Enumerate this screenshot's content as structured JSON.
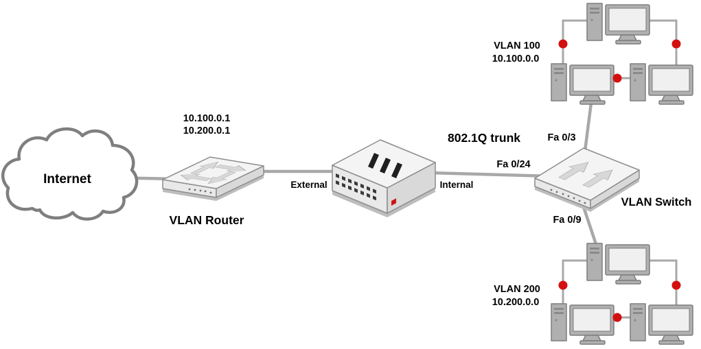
{
  "internet": {
    "label": "Internet"
  },
  "router": {
    "label": "VLAN Router",
    "ips": [
      "10.100.0.1",
      "10.200.0.1"
    ]
  },
  "firewall": {
    "external": "External",
    "internal": "Internal"
  },
  "trunk": {
    "label": "802.1Q trunk"
  },
  "ports": {
    "to_firewall": "Fa 0/24",
    "to_vlan100": "Fa 0/3",
    "to_vlan200": "Fa 0/9"
  },
  "switch": {
    "label": "VLAN Switch"
  },
  "vlan100": {
    "label": "VLAN 100",
    "subnet": "10.100.0.0"
  },
  "vlan200": {
    "label": "VLAN 200",
    "subnet": "10.200.0.0"
  },
  "colors": {
    "link": "#a8a8a8",
    "device_fill": "#f4f4f4",
    "device_stroke": "#8c8c8c",
    "cloud_stroke": "#7f7f7f",
    "token": "#d40f0f",
    "text": "#000000"
  }
}
